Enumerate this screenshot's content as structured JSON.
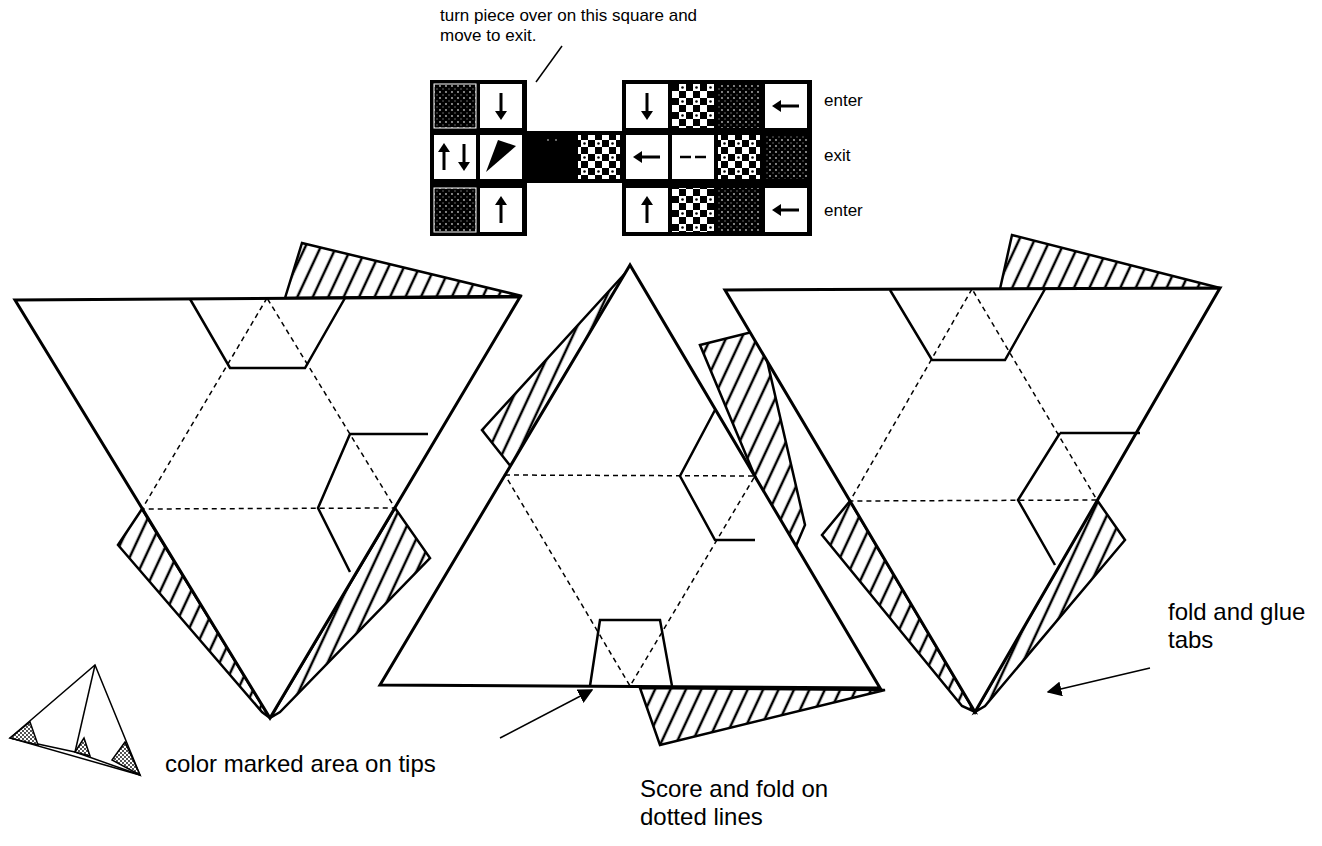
{
  "diagram": {
    "labels": [
      "turn piece over on this square and move to exit.",
      "enter",
      "exit",
      "enter",
      "fold and glue tabs",
      "color marked area on tips",
      "Score and fold on dotted lines"
    ]
  }
}
